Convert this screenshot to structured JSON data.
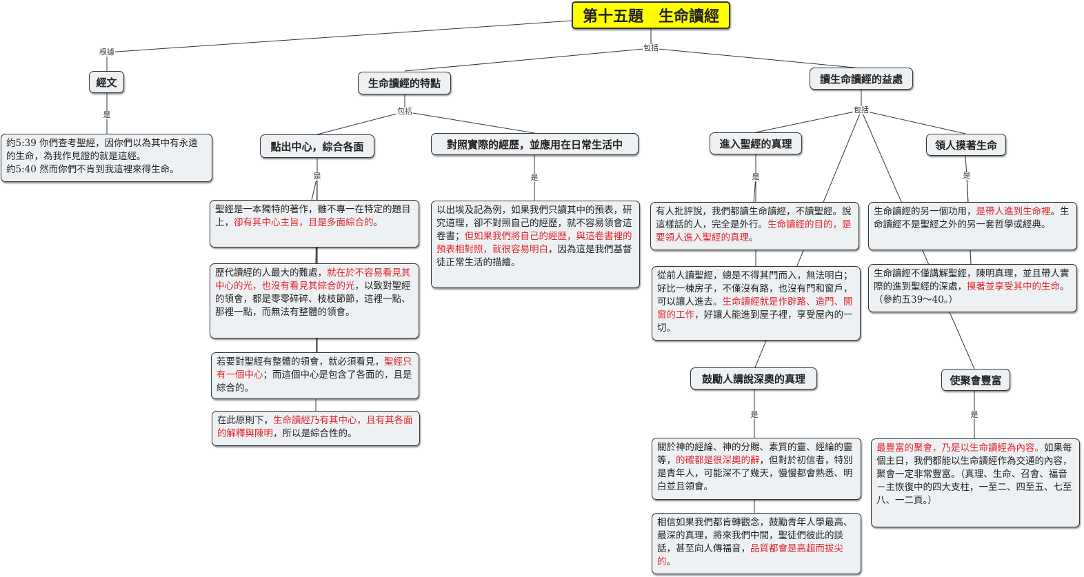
{
  "title": "第十五題　生命讀經",
  "concepts": {
    "scripture": "經文",
    "features": "生命讀經的特點",
    "benefits": "讀生命讀經的益處",
    "center": "點出中心，綜合各面",
    "compare": "對照實際的經歷，並應用在日常生活中",
    "enter_truth": "進入聖經的真理",
    "lead_life": "領人摸著生命",
    "encourage": "鼓勵人講說深奧的真理",
    "rich_meeting": "使聚會豐富"
  },
  "link_labels": {
    "based_on": "根據",
    "includes": "包括",
    "is": "是"
  },
  "texts": {
    "john": [
      {
        "t": "約5:39  你們查考聖經，因你們以為其中有永遠的生命，為我作見證的就是這經。"
      },
      {
        "br": true
      },
      {
        "t": "約5:40  然而你們不肯到我這裡來得生命。"
      }
    ],
    "center_1": [
      {
        "t": "聖經是一本獨特的著作，雖不專一在特定的題目上，"
      },
      {
        "t": "卻有其中心主旨，且是多面綜合的",
        "hl": true
      },
      {
        "t": "。"
      }
    ],
    "center_2": [
      {
        "t": "歷代讀經的人最大的難處，"
      },
      {
        "t": "就在於不容易看見其中心的光，也沒有看見其綜合的光",
        "hl": true
      },
      {
        "t": "，以致對聖經的領會，都是零零碎碎、枝枝節節，這裡一點、那裡一點，而無法有整體的領會。"
      }
    ],
    "center_3": [
      {
        "t": "若要對聖經有整體的領會，就必須看見，"
      },
      {
        "t": "聖經只有一個中心",
        "hl": true
      },
      {
        "t": "；而這個中心是包含了各面的，且是綜合的。"
      }
    ],
    "center_4": [
      {
        "t": "在此原則下，"
      },
      {
        "t": "生命讀經乃有其中心，且有其各面的解釋與陳明",
        "hl": true
      },
      {
        "t": "，所以是綜合性的。"
      }
    ],
    "compare_1": [
      {
        "t": "以出埃及記為例，如果我們只讀其中的預表，研究道理，卻不對照自己的經歷，就不容易領會這卷書；"
      },
      {
        "t": "但如果我們將自己的經歷，與這卷書裡的預表相對照，就很容易明白",
        "hl": true
      },
      {
        "t": "，因為這是我們基督徒正常生活的描繪。"
      }
    ],
    "enter_1": [
      {
        "t": "有人批評說，我們都讀生命讀經，不讀聖經。說這樣話的人，完全是外行。"
      },
      {
        "t": "生命讀經的目的，是要領人進入聖經的真理",
        "hl": true
      },
      {
        "t": "。"
      }
    ],
    "enter_2": [
      {
        "t": "從前人讀聖經，總是不得其門而入，無法明白；好比一棟房子，不僅沒有路，也沒有門和窗戶，可以讓人進去。"
      },
      {
        "t": "生命讀經就是作辟路、造門、開窗的工作",
        "hl": true
      },
      {
        "t": "，好讓人能進到屋子裡，享受屋內的一切。"
      }
    ],
    "lead_1": [
      {
        "t": "生命讀經的另一個功用，"
      },
      {
        "t": "是帶人進到生命裡",
        "hl": true
      },
      {
        "t": "。生命讀經不是聖經之外的另一套哲學或經典。"
      }
    ],
    "lead_2": [
      {
        "t": "生命讀經不僅講解聖經，陳明真理，並且帶人實際的進到聖經的深處，"
      },
      {
        "t": "摸著並享受其中的生命",
        "hl": true
      },
      {
        "t": "。（參約五39～40。）"
      }
    ],
    "encourage_1": [
      {
        "t": "關於神的經綸、神的分賜、素質的靈、經綸的靈等，"
      },
      {
        "t": "的確都是很深奧的辭",
        "hl": true
      },
      {
        "t": "，但對於初信者，特別是青年人，可能深不了幾天，慢慢都會熟悉、明白並且領會。"
      }
    ],
    "encourage_2": [
      {
        "t": "相信如果我們都肯轉觀念，鼓勵青年人學最高、最深的真理，將來我們中間，聖徒們彼此的談話，甚至向人傳福音，"
      },
      {
        "t": "品質都會是高超而拔尖的",
        "hl": true
      },
      {
        "t": "。"
      }
    ],
    "rich_1": [
      {
        "t": "最豐富的聚會，乃是以生命讀經為內容。",
        "hl": true
      },
      {
        "t": "如果每個主日，我們都能以生命讀經作為交通的內容，聚會一定非常豐富。（真理、生命、召會、福音－主恢復中的四大支柱，一至二、四至五、七至八、一二頁。）"
      }
    ]
  }
}
